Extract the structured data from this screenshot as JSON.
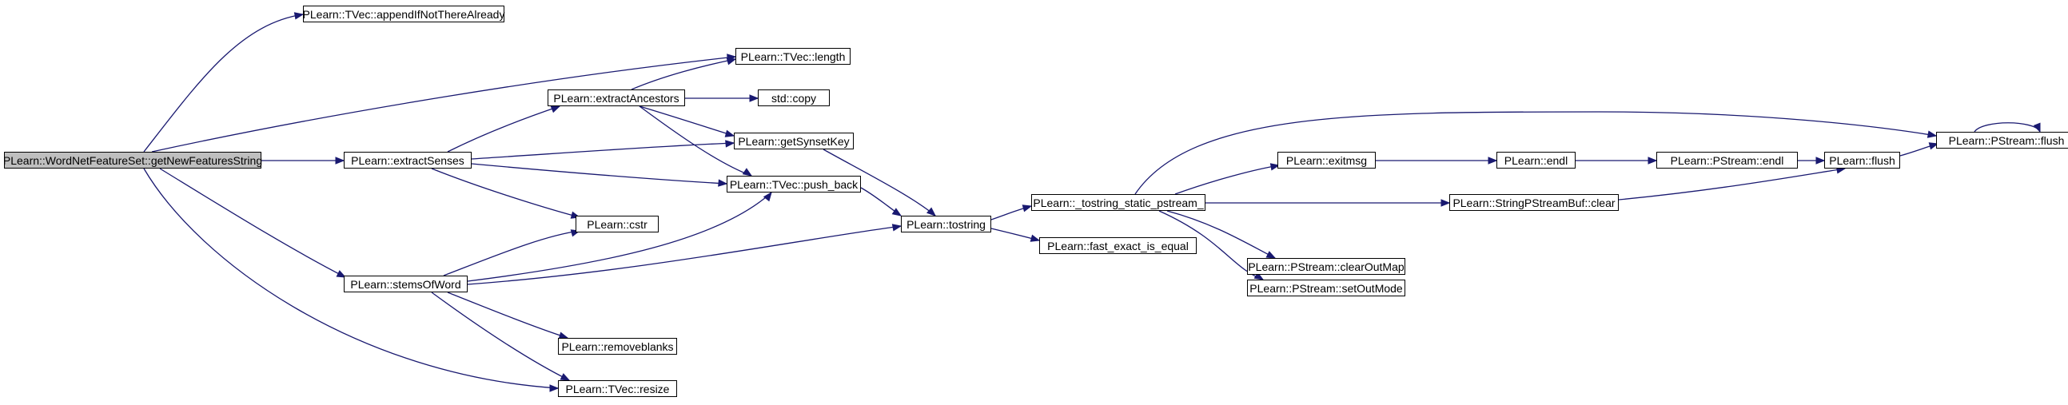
{
  "colors": {
    "edge": "#191970",
    "node_border": "#000000",
    "root_fill": "#bfbfbf",
    "node_fill": "#ffffff"
  },
  "nodes": {
    "root": "PLearn::WordNetFeatureSet::getNewFeaturesString",
    "appendIfNotThereAlready": "PLearn::TVec::appendIfNotThereAlready",
    "tvec_length": "PLearn::TVec::length",
    "extractAncestors": "PLearn::extractAncestors",
    "std_copy": "std::copy",
    "getSynsetKey": "PLearn::getSynsetKey",
    "extractSenses": "PLearn::extractSenses",
    "push_back": "PLearn::TVec::push_back",
    "cstr": "PLearn::cstr",
    "stemsOfWord": "PLearn::stemsOfWord",
    "removeblanks": "PLearn::removeblanks",
    "tvec_resize": "PLearn::TVec::resize",
    "tostring": "PLearn::tostring",
    "fast_exact_is_equal": "PLearn::fast_exact_is_equal",
    "tostring_static_pstream": "PLearn::_tostring_static_pstream_",
    "exitmsg": "PLearn::exitmsg",
    "endl": "PLearn::endl",
    "pstream_endl": "PLearn::PStream::endl",
    "flush": "PLearn::flush",
    "pstream_flush": "PLearn::PStream::flush",
    "stringpstreambuf_clear": "PLearn::StringPStreamBuf::clear",
    "clearOutMap": "PLearn::PStream::clearOutMap",
    "setOutMode": "PLearn::PStream::setOutMode"
  }
}
